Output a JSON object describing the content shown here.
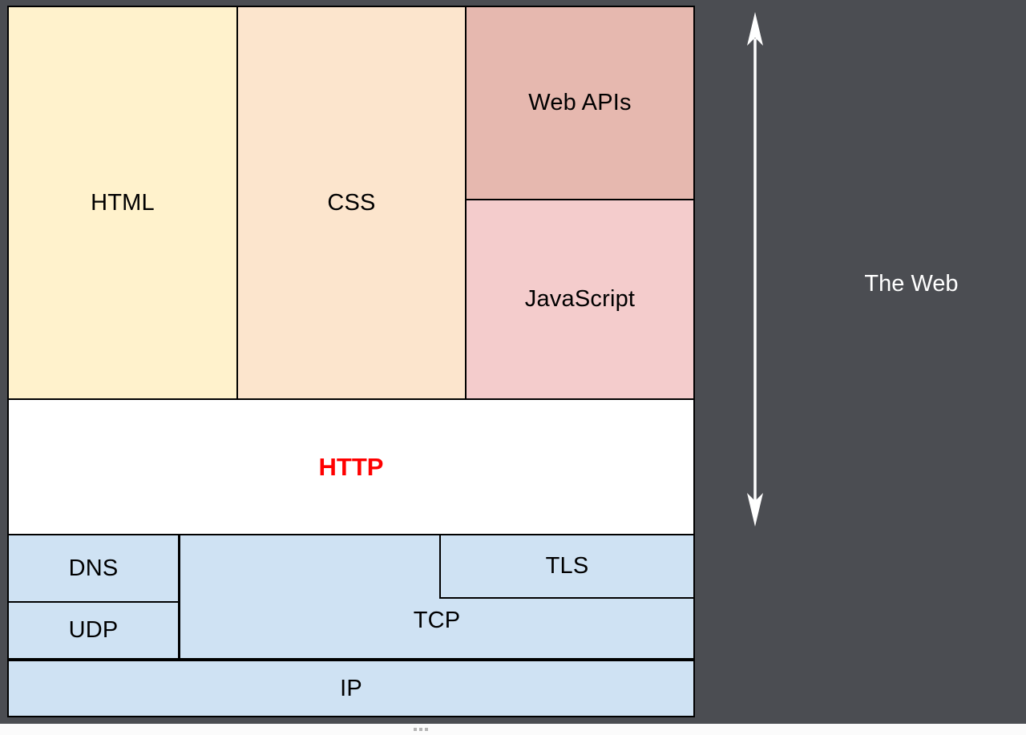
{
  "canvas": {
    "background": "#4b4d52",
    "diagram_background": "#ffffff",
    "border_color": "#000000"
  },
  "stack": {
    "html": {
      "label": "HTML",
      "fill": "#fff2cc"
    },
    "css": {
      "label": "CSS",
      "fill": "#fce5cd"
    },
    "web_apis": {
      "label": "Web APIs",
      "fill": "#e6b8af"
    },
    "javascript": {
      "label": "JavaScript",
      "fill": "#f4cccc"
    },
    "http": {
      "label": "HTTP",
      "fill": "#ffffff",
      "text_color": "#ff0000"
    },
    "dns": {
      "label": "DNS",
      "fill": "#cfe2f3"
    },
    "udp": {
      "label": "UDP",
      "fill": "#cfe2f3"
    },
    "tcp": {
      "label": "TCP",
      "fill": "#cfe2f3"
    },
    "tls": {
      "label": "TLS",
      "fill": "#cfe2f3"
    },
    "ip": {
      "label": "IP",
      "fill": "#cfe2f3"
    }
  },
  "annotation": {
    "label": "The Web",
    "text_color": "#ffffff",
    "arrow_color": "#ffffff"
  },
  "window": {
    "strip_color": "#fbfbfb",
    "handle_dots_color": "#b4b4b4"
  }
}
